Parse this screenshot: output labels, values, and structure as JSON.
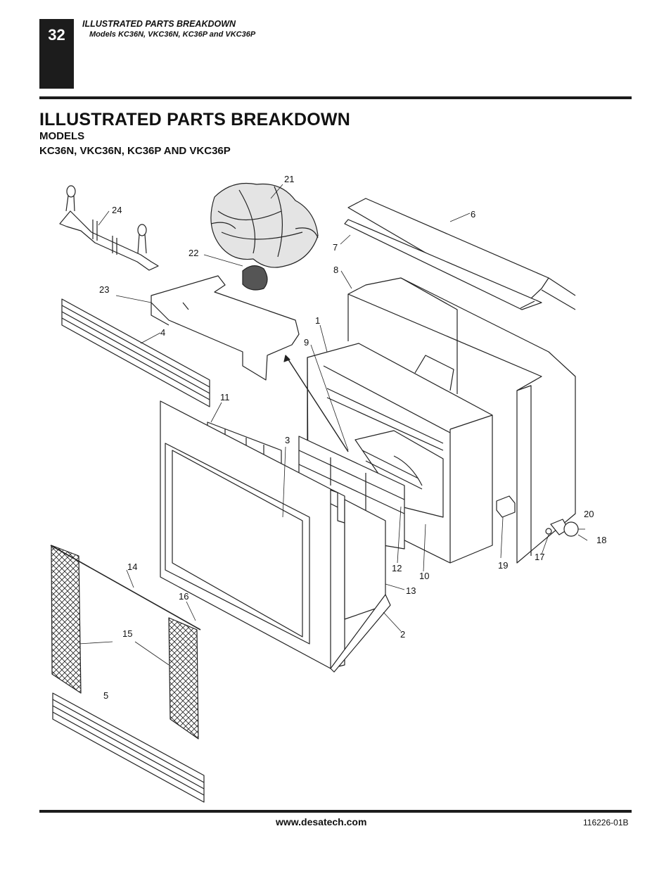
{
  "header": {
    "page_number": "32",
    "section_title": "ILLUSTRATED PARTS BREAKDOWN",
    "section_subtitle": "Models KC36N, VKC36N, KC36P and VKC36P"
  },
  "title": {
    "main": "ILLUSTRATED PARTS BREAKDOWN",
    "models_label": "MODELS",
    "models_list": "KC36N, VKC36N, KC36P AND VKC36P"
  },
  "diagram": {
    "callouts": [
      "1",
      "2",
      "3",
      "4",
      "5",
      "6",
      "7",
      "8",
      "9",
      "10",
      "11",
      "12",
      "13",
      "14",
      "15",
      "16",
      "17",
      "18",
      "19",
      "20",
      "21",
      "22",
      "23",
      "24"
    ]
  },
  "footer": {
    "url": "www.desatech.com",
    "doc_code": "116226-01B"
  }
}
